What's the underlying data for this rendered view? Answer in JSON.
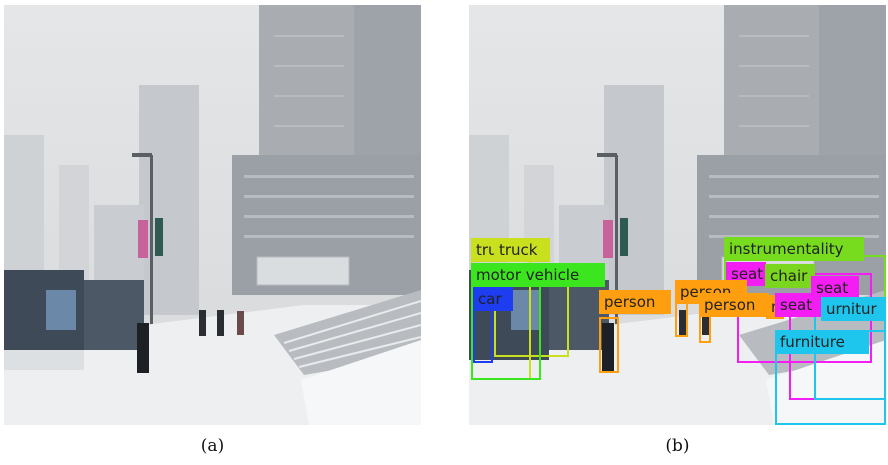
{
  "captions": {
    "a": "(a)",
    "b": "(b)"
  },
  "colors": {
    "truck": "#c8e01e",
    "motor_vehicle": "#3ce61e",
    "instrumentality": "#78dc1e",
    "person": "#ff9f0f",
    "seat": "#f41ef4",
    "chair": "#7ad61e",
    "furniture": "#1ec6ee",
    "car": "#1e3cf0"
  },
  "labels": {
    "truck_1": "tru",
    "truck_2": "truck",
    "motor_vehicle": "motor vehicle",
    "car": "car",
    "instrumentality": "instrumentality",
    "seat_1": "seat",
    "chair": "chair",
    "seat_2": "seat",
    "seat_3": "seat",
    "furniture_1": "urnitur",
    "person_1": "person",
    "person_2": "person",
    "person_3": "person",
    "person_4": "n",
    "furniture_2": "furniture"
  }
}
